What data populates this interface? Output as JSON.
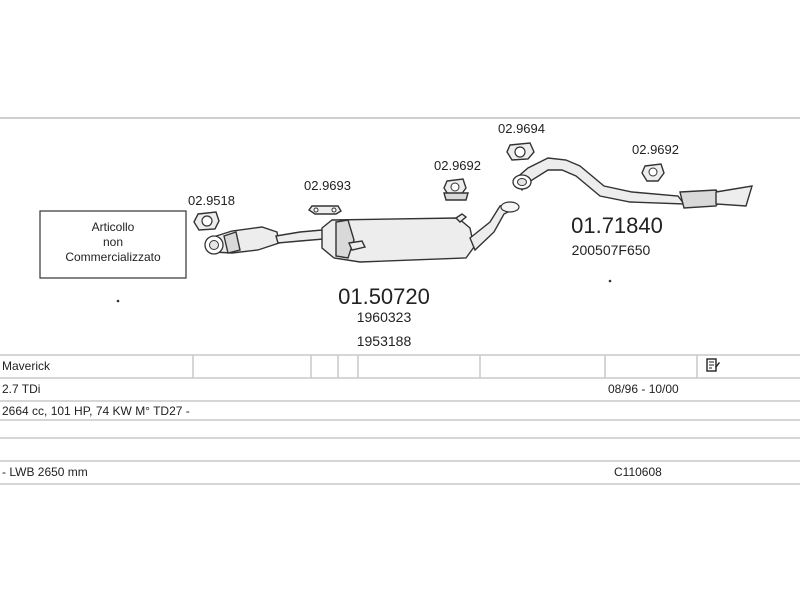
{
  "banner": {
    "line1": "Articollo",
    "line2": "non",
    "line3": "Commercializzato"
  },
  "parts": {
    "ref_02_9518": "02.9518",
    "ref_02_9693": "02.9693",
    "ref_02_9692_left": "02.9692",
    "ref_02_9694": "02.9694",
    "ref_02_9692_right": "02.9692",
    "main_middle": "01.50720",
    "middle_oem_1": "1960323",
    "middle_oem_2": "1953188",
    "main_rear": "01.71840",
    "rear_oem": "200507F650"
  },
  "table": {
    "model": "Maverick",
    "engine": "2.7 TDi",
    "years": "08/96 - 10/00",
    "spec": "2664 cc, 101 HP, 74 KW M° TD27 -",
    "body": "- LWB 2650 mm",
    "code": "C110608"
  },
  "colors": {
    "rule": "#c8c8c8",
    "text": "#222222"
  },
  "icons": {
    "edit": "edit-note-icon"
  }
}
